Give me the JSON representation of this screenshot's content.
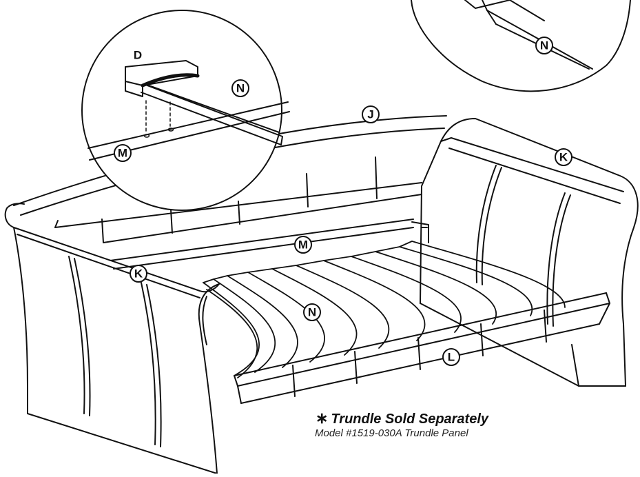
{
  "callouts": {
    "d": "D",
    "n_detail_left": "N",
    "n_detail_right": "N",
    "m_detail": "M",
    "j": "J",
    "k_right": "K",
    "k_left": "K",
    "m_main": "M",
    "n_main": "N",
    "l": "L"
  },
  "note": {
    "star": "∗",
    "title": "Trundle Sold Separately",
    "subtitle": "Model #1519-030A Trundle Panel"
  }
}
